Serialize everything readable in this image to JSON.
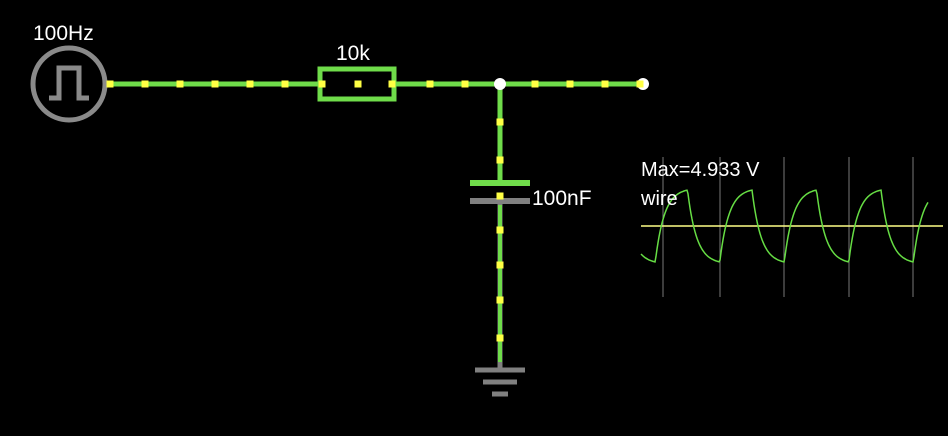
{
  "colors": {
    "background": "#000000",
    "wire_active": "#6fdc4a",
    "wire_ground": "#808080",
    "current_dot": "#ffff44",
    "text": "#ffffff",
    "scope_trace": "#66dd44",
    "scope_zero": "#ffff88",
    "scope_grid": "#777777"
  },
  "components": {
    "source": {
      "type": "square-wave-source",
      "label": "100Hz"
    },
    "resistor": {
      "type": "resistor",
      "label": "10k"
    },
    "capacitor": {
      "type": "capacitor",
      "label": "100nF"
    },
    "ground": {
      "type": "ground"
    },
    "output_terminal": {
      "type": "terminal"
    }
  },
  "scope": {
    "max_label": "Max=4.933 V",
    "probe_label": "wire"
  }
}
